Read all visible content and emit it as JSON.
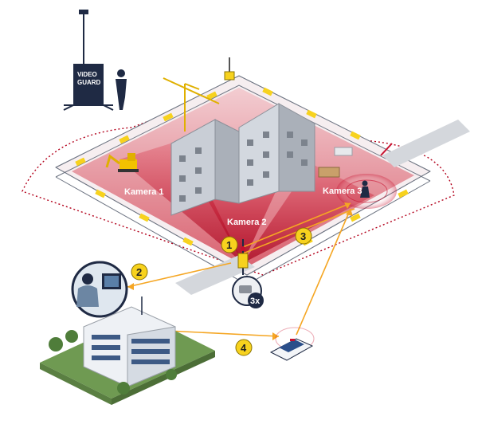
{
  "logo": {
    "line1": "ViDEO",
    "line2": "GUARD"
  },
  "cameras": [
    {
      "label": "Kamera 1"
    },
    {
      "label": "Kamera 2"
    },
    {
      "label": "Kamera 3"
    }
  ],
  "steps": [
    {
      "number": "1"
    },
    {
      "number": "2"
    },
    {
      "number": "3"
    },
    {
      "number": "4"
    }
  ],
  "camera_badge": "3x",
  "colors": {
    "zone_red": "#b3001b",
    "arrow_orange": "#f5a623",
    "badge_yellow": "#f7d21e",
    "dark_navy": "#1f2a44",
    "building_grey": "#c9ced6"
  }
}
